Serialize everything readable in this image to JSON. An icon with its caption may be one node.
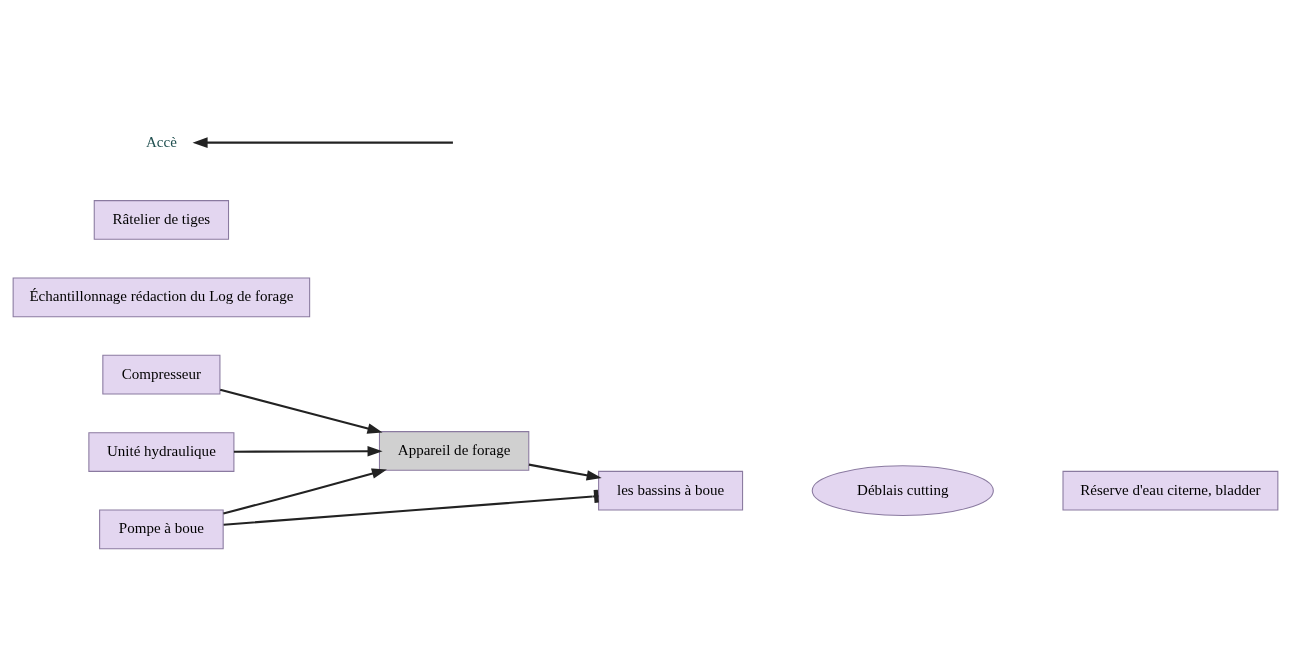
{
  "diagram": {
    "nodes": [
      {
        "text": [
          "Compresseur"
        ]
      },
      {
        "text": [
          "Râtelier de tiges"
        ]
      },
      {
        "text": [
          "Pompe à boue"
        ]
      },
      {
        "text": [
          "Accè"
        ]
      },
      {
        "text": [
          "Appareil de forage"
        ]
      },
      {
        "text": [
          "les bassins à boue"
        ]
      },
      {
        "text": [
          "Unité hydraulique"
        ]
      },
      {
        "text": [
          "Déblais cutting"
        ]
      },
      {
        "text": [
          "Échantillonnage rédaction du Log de forage"
        ]
      },
      {
        "text": [
          "Réserve d'eau citerne, bladder"
        ]
      }
    ],
    "edges": [
      {
        "from": 0,
        "to": 4,
        "arrow": "to"
      },
      {
        "from": 2,
        "to": 4,
        "arrow": "to"
      },
      {
        "from": 2,
        "to": 5,
        "arrow": "other"
      },
      {
        "from": 4,
        "to": 5,
        "arrow": "to"
      },
      {
        "from": 6,
        "to": 4,
        "arrow": "to"
      },
      {
        "from": null,
        "to": 3,
        "arrow": "to"
      }
    ]
  }
}
